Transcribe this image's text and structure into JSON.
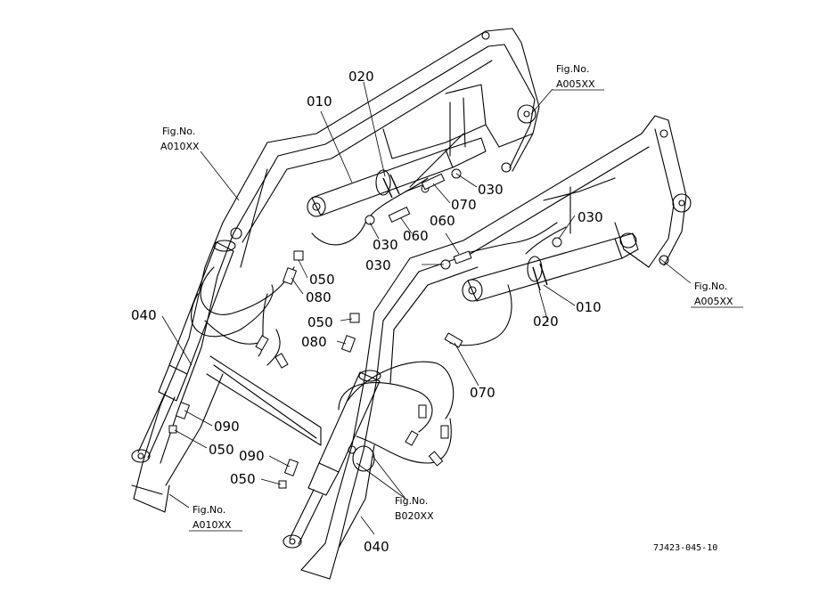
{
  "callouts": [
    {
      "id": "c-010-left",
      "label": "010"
    },
    {
      "id": "c-020-left",
      "label": "020"
    },
    {
      "id": "c-030-a",
      "label": "030"
    },
    {
      "id": "c-070-left",
      "label": "070"
    },
    {
      "id": "c-030-b",
      "label": "030"
    },
    {
      "id": "c-060-left",
      "label": "060"
    },
    {
      "id": "c-030-c",
      "label": "030"
    },
    {
      "id": "c-060-right",
      "label": "060"
    },
    {
      "id": "c-030-d",
      "label": "030"
    },
    {
      "id": "c-050-a",
      "label": "050"
    },
    {
      "id": "c-080-a",
      "label": "080"
    },
    {
      "id": "c-040-left",
      "label": "040"
    },
    {
      "id": "c-050-b",
      "label": "050"
    },
    {
      "id": "c-080-b",
      "label": "080"
    },
    {
      "id": "c-010-right",
      "label": "010"
    },
    {
      "id": "c-020-right",
      "label": "020"
    },
    {
      "id": "c-070-right",
      "label": "070"
    },
    {
      "id": "c-090-a",
      "label": "090"
    },
    {
      "id": "c-050-c",
      "label": "050"
    },
    {
      "id": "c-090-b",
      "label": "090"
    },
    {
      "id": "c-050-d",
      "label": "050"
    },
    {
      "id": "c-040-right",
      "label": "040"
    }
  ],
  "figure_refs": [
    {
      "id": "fig-a005xx-top",
      "line1": "Fig.No.",
      "line2": "A005XX"
    },
    {
      "id": "fig-a010xx-top",
      "line1": "Fig.No.",
      "line2": "A010XX"
    },
    {
      "id": "fig-a005xx-right",
      "line1": "Fig.No.",
      "line2": "A005XX"
    },
    {
      "id": "fig-b020xx",
      "line1": "Fig.No.",
      "line2": "B020XX"
    },
    {
      "id": "fig-a010xx-bottom",
      "line1": "Fig.No.",
      "line2": "A010XX"
    }
  ],
  "drawing_code": "7J423-045-10",
  "colors": {
    "ink": "#000000",
    "paper": "#ffffff"
  }
}
